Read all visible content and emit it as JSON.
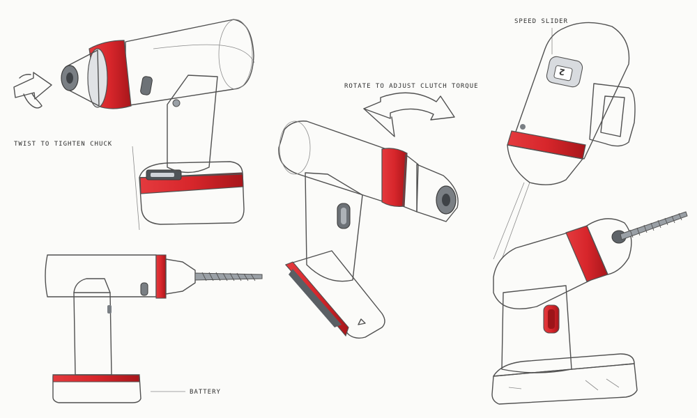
{
  "labels": {
    "twist": "Twist to tighten chuck",
    "rotate": "Rotate to adjust clutch torque",
    "speed": "Speed slider",
    "battery": "Battery"
  },
  "slider_mark": "2",
  "colors": {
    "accent": "#d7262b",
    "body": "#ffffff",
    "shade": "#cfd3d8",
    "dark": "#5e6368",
    "outline": "#505050",
    "paper": "#fbfbf9"
  }
}
